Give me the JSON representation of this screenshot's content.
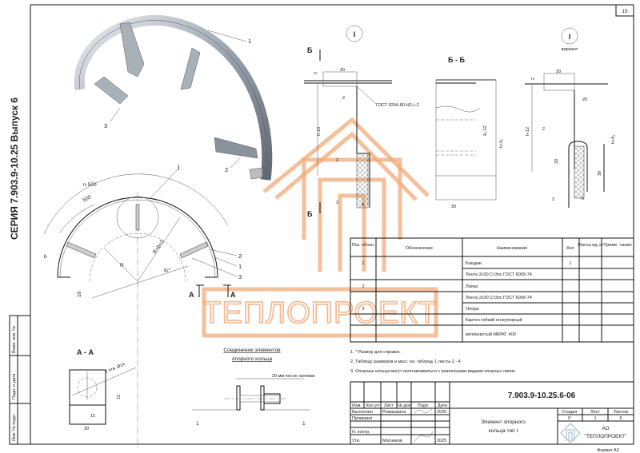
{
  "sheet_number": "15",
  "side_strip": {
    "series_title": "СЕРИЯ 7.903.9-10.25 Выпуск 6",
    "stamps": [
      "Взам. инв. №",
      "Подп. и дата",
      "Инв. № подл."
    ]
  },
  "view_3d": {
    "callouts": [
      "1",
      "2",
      "3"
    ]
  },
  "plan_view": {
    "node_label": "I",
    "callouts": [
      "2",
      "1",
      "3"
    ],
    "dims": {
      "arc_outer": "n·500",
      "arc_inner": "500",
      "b": "b",
      "radius": "R",
      "radius2": "R+b+2",
      "d": "d₁*",
      "ten": "10"
    },
    "section_mark": "А"
  },
  "section_aa": {
    "title": "А - А",
    "hole": "2 отв. Ø14",
    "d15v": "15",
    "d15h": "15",
    "d30": "30"
  },
  "joint": {
    "title1": "Соединение элементов",
    "title2": "опорного кольца",
    "note": "20 мм после затяжки",
    "callout_left": "1",
    "callout_right": "1"
  },
  "node_i": {
    "title": "I",
    "section_mark": "Б",
    "d2": "2",
    "d20": "20",
    "d2b": "2",
    "gost": "ГОСТ 5264-80-Н2-▷2",
    "h": "h-10",
    "c2": "2",
    "c3": "3",
    "d8": "8"
  },
  "section_bb": {
    "title": "Б - Б",
    "h1": "δ₁-12",
    "h2": "h+δ₁",
    "d30": "30"
  },
  "node_i_variant": {
    "title": "I",
    "subtitle": "вариант",
    "d2": "2",
    "d20a": "20",
    "d20b": "20",
    "h": "h-12",
    "c2": "2",
    "d20c": "20",
    "d30": "30",
    "h2": "h+δ₁",
    "c3": "3",
    "d6": "6"
  },
  "watermark": {
    "text": "ТЕПЛОПРОЕКТ"
  },
  "spec_table": {
    "headers": [
      "Поз. обозн.",
      "Обозначение",
      "Наименование",
      "Кол",
      "Масса ед.,кг",
      "Приме- чание"
    ],
    "rows": [
      {
        "pos": "1",
        "designation": "",
        "name": "Бандаж",
        "qty": "1",
        "mass": "",
        "note": ""
      },
      {
        "pos": "",
        "designation": "",
        "name": "Лента 2х30 Ст3пс ГОСТ 6009-74",
        "qty": "",
        "mass": "",
        "note": ""
      },
      {
        "pos": "2",
        "designation": "",
        "name": "Лапка",
        "qty": "",
        "mass": "",
        "note": ""
      },
      {
        "pos": "",
        "designation": "",
        "name": "Лента 2х30 Ст3пс ГОСТ 6009-74",
        "qty": "",
        "mass": "",
        "note": ""
      },
      {
        "pos": "3",
        "designation": "",
        "name": "Опора",
        "qty": "",
        "mass": "",
        "note": ""
      },
      {
        "pos": "",
        "designation": "",
        "name": "Картон гибкий огнеупорный",
        "qty": "",
        "mass": "",
        "note": ""
      },
      {
        "pos": "",
        "designation": "",
        "name": "волокнистый МКРКГ 400",
        "qty": "",
        "mass": "",
        "note": ""
      }
    ]
  },
  "notes": [
    "1. * Размер для справок.",
    "2. Таблицу размеров и масс см. таблицу 1 листы 2 - 4.",
    "3. Опорные кольца могут изготавливаться с различными видами опорных лапок."
  ],
  "title_block": {
    "code": "7.903.9-10.25.6-06",
    "col_headers": [
      "Изм.",
      "Кол.уч",
      "Лист",
      "№ док",
      "Подп.",
      "Дата"
    ],
    "signatures": [
      {
        "role": "Выполнил",
        "name": "Ромашкина",
        "date": "2025"
      },
      {
        "role": "Проверил",
        "name": "",
        "date": ""
      },
      {
        "role": "",
        "name": "",
        "date": ""
      },
      {
        "role": "Н. контр.",
        "name": "",
        "date": ""
      },
      {
        "role": "Утв.",
        "name": "Мясников",
        "date": "2025"
      }
    ],
    "element_name_1": "Элемент опорного",
    "element_name_2": "кольца тип I",
    "stage_label": "Стадия",
    "sheet_label": "Лист",
    "sheets_label": "Листов",
    "stage": "Р",
    "sheet": "1",
    "sheets": "5",
    "company_1": "АО",
    "company_2": "\"ТЕПЛОПРОЕКТ\"",
    "format": "Формат А3"
  }
}
